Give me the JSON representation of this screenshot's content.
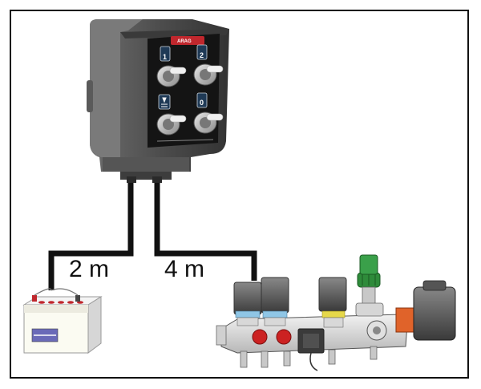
{
  "control_box": {
    "brand": "ARAG",
    "switches": [
      {
        "number": "1",
        "icon": "valve-icon"
      },
      {
        "number": "2",
        "icon": "valve-icon"
      },
      {
        "number": "",
        "icon": "pressure-icon"
      },
      {
        "number": "0",
        "icon": "main-valve-icon"
      }
    ]
  },
  "cables": {
    "battery_length": "2 m",
    "valve_length": "4 m"
  },
  "colors": {
    "cable": "#111111",
    "valve_knob": "#cc2222",
    "regulator_knob": "#2e8b3a",
    "motor_band": "#e0632a",
    "ring_blue": "#8fc6e6",
    "ring_yellow": "#e6d84a"
  }
}
